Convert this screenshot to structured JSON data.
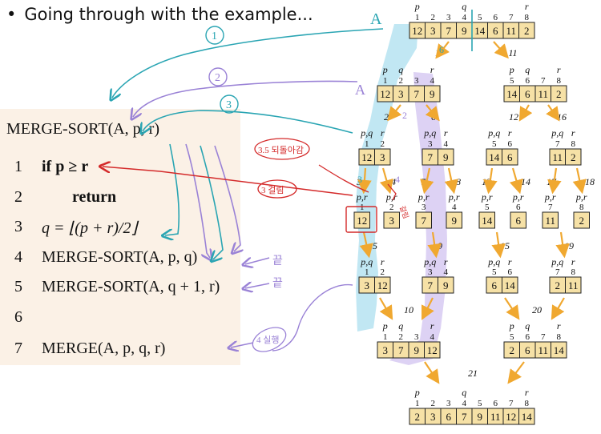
{
  "slide": {
    "bullet": "Going through with the example..."
  },
  "pseudocode": {
    "title": "MERGE-SORT(A, p, r)",
    "lines": [
      {
        "num": "1",
        "text": "if p ≥ r"
      },
      {
        "num": "2",
        "text": "return"
      },
      {
        "num": "3",
        "text": "q = ⌊(p + r)/2⌋"
      },
      {
        "num": "4",
        "text": "MERGE-SORT(A, p, q)"
      },
      {
        "num": "5",
        "text": "MERGE-SORT(A, q + 1, r)"
      },
      {
        "num": "6",
        "text": ""
      },
      {
        "num": "7",
        "text": "MERGE(A, p, q, r)"
      }
    ]
  },
  "tree": {
    "root": {
      "values": [
        "12",
        "3",
        "7",
        "9",
        "14",
        "6",
        "11",
        "2"
      ]
    },
    "level1": [
      {
        "values": [
          "12",
          "3",
          "7",
          "9"
        ],
        "indices": [
          "1",
          "2",
          "3",
          "4"
        ]
      },
      {
        "values": [
          "14",
          "6",
          "11",
          "2"
        ],
        "indices": [
          "5",
          "6",
          "7",
          "8"
        ]
      }
    ],
    "level2": [
      {
        "values": [
          "12",
          "3"
        ],
        "indices": [
          "1",
          "2"
        ]
      },
      {
        "values": [
          "7",
          "9"
        ],
        "indices": [
          "3",
          "4"
        ]
      },
      {
        "values": [
          "14",
          "6"
        ],
        "indices": [
          "5",
          "6"
        ]
      },
      {
        "values": [
          "11",
          "2"
        ],
        "indices": [
          "7",
          "8"
        ]
      }
    ],
    "leaves": [
      "12",
      "3",
      "7",
      "9",
      "14",
      "6",
      "11",
      "2"
    ],
    "merged_pairs": [
      {
        "values": [
          "3",
          "12"
        ]
      },
      {
        "values": [
          "7",
          "9"
        ]
      },
      {
        "values": [
          "6",
          "14"
        ]
      },
      {
        "values": [
          "2",
          "11"
        ]
      }
    ],
    "merged_halves": [
      {
        "values": [
          "3",
          "7",
          "9",
          "12"
        ]
      },
      {
        "values": [
          "2",
          "6",
          "11",
          "14"
        ]
      }
    ],
    "final": {
      "values": [
        "2",
        "3",
        "6",
        "7",
        "9",
        "11",
        "12",
        "14"
      ]
    },
    "step_numbers": [
      "1",
      "11",
      "2",
      "6",
      "12",
      "16",
      "3",
      "4",
      "7",
      "8",
      "13",
      "14",
      "17",
      "18",
      "5",
      "9",
      "15",
      "19",
      "10",
      "20",
      "21"
    ],
    "labels": {
      "p": "p",
      "q": "q",
      "r": "r",
      "pq": "p,q",
      "pr": "p,r"
    }
  },
  "annotations": {
    "circle_1": "1",
    "circle_2": "2",
    "circle_3": "3",
    "letter_a_top": "A",
    "letter_a_mid": "A",
    "note_35": "3.5 되돌아감",
    "note_3": "3 걸림",
    "note_end_1": "끝",
    "note_end_2": "끝",
    "note_exec": "4 실행",
    "note_reject": "걸림",
    "mark_3": "3",
    "mark_4": "4",
    "mark_2": "2",
    "mark_6": "6"
  },
  "colors": {
    "cell_fill": "#f6e1a6",
    "cell_stroke": "#222222",
    "arrow_orange": "#f0a830",
    "teal": "#2aa5b3",
    "purple": "#9a82d6",
    "red": "#d42a2a",
    "highlight_blue": "#8ed3ea",
    "highlight_purple": "#c6b4ec",
    "panel": "#fbf1e6"
  }
}
